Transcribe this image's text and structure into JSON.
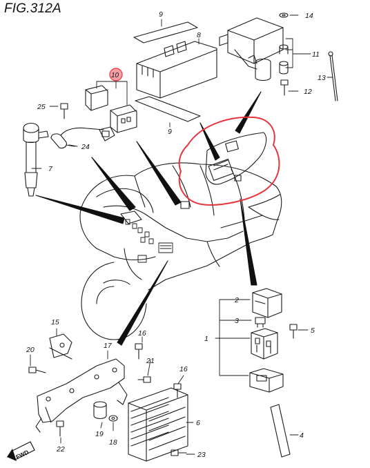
{
  "figure": {
    "title": "FIG.312A"
  },
  "callouts": [
    {
      "id": "c9a",
      "label": "9"
    },
    {
      "id": "c8",
      "label": "8"
    },
    {
      "id": "c14",
      "label": "14"
    },
    {
      "id": "c11",
      "label": "11"
    },
    {
      "id": "c13",
      "label": "13"
    },
    {
      "id": "c12",
      "label": "12"
    },
    {
      "id": "c10",
      "label": "10"
    },
    {
      "id": "c25",
      "label": "25"
    },
    {
      "id": "c24",
      "label": "24"
    },
    {
      "id": "c7",
      "label": "7"
    },
    {
      "id": "c9b",
      "label": "9"
    },
    {
      "id": "c2",
      "label": "2"
    },
    {
      "id": "c3",
      "label": "3"
    },
    {
      "id": "c1",
      "label": "1"
    },
    {
      "id": "c5",
      "label": "5"
    },
    {
      "id": "c15",
      "label": "15"
    },
    {
      "id": "c16a",
      "label": "16"
    },
    {
      "id": "c17",
      "label": "17"
    },
    {
      "id": "c20",
      "label": "20"
    },
    {
      "id": "c21",
      "label": "21"
    },
    {
      "id": "c16b",
      "label": "16"
    },
    {
      "id": "c6",
      "label": "6"
    },
    {
      "id": "c19",
      "label": "19"
    },
    {
      "id": "c18",
      "label": "18"
    },
    {
      "id": "c4",
      "label": "4"
    },
    {
      "id": "c22",
      "label": "22"
    },
    {
      "id": "c23",
      "label": "23"
    }
  ],
  "fwd_label": "FWD",
  "colors": {
    "line": "#1a1a1a",
    "highlight": "#e8323c",
    "part_fill": "#ffffff",
    "shade": "#dcdcdc"
  }
}
